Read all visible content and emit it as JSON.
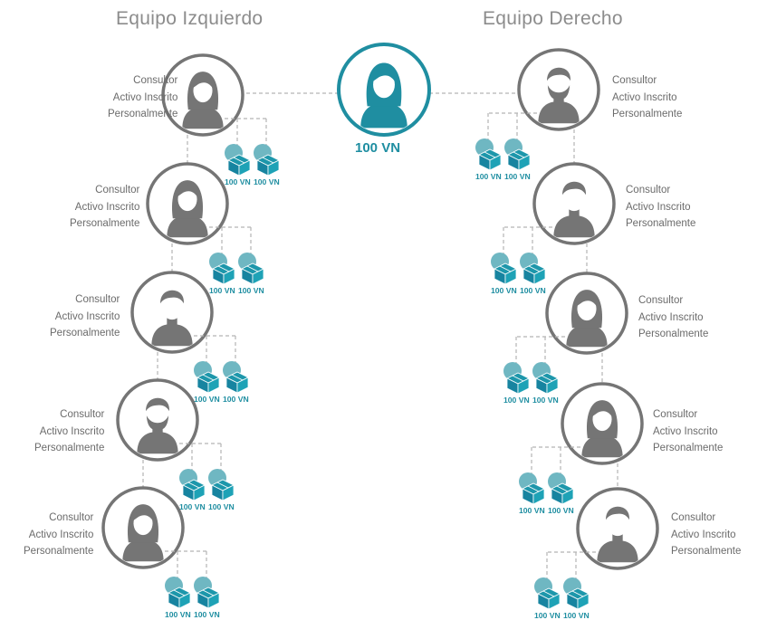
{
  "teams": {
    "left_title": "Equipo Izquierdo",
    "right_title": "Equipo Derecho"
  },
  "root": {
    "vn": "100 VN",
    "avatar": "woman-avatar-icon",
    "accent_color": "#1f8ea1"
  },
  "left_team": [
    {
      "label_lines": [
        "Consultor",
        "Activo Inscrito",
        "Personalmente"
      ],
      "avatar": "woman-avatar-icon",
      "orders": [
        "100 VN",
        "100 VN"
      ]
    },
    {
      "label_lines": [
        "Consultor",
        "Activo Inscrito",
        "Personalmente"
      ],
      "avatar": "woman-avatar-icon",
      "orders": [
        "100 VN",
        "100 VN"
      ]
    },
    {
      "label_lines": [
        "Consultor",
        "Activo Inscrito",
        "Personalmente"
      ],
      "avatar": "man-avatar-icon",
      "orders": [
        "100 VN",
        "100 VN"
      ]
    },
    {
      "label_lines": [
        "Consultor",
        "Activo Inscrito",
        "Personalmente"
      ],
      "avatar": "bearded-man-avatar-icon",
      "orders": [
        "100 VN",
        "100 VN"
      ]
    },
    {
      "label_lines": [
        "Consultor",
        "Activo Inscrito",
        "Personalmente"
      ],
      "avatar": "woman-avatar-icon",
      "orders": [
        "100 VN",
        "100 VN"
      ]
    }
  ],
  "right_team": [
    {
      "label_lines": [
        "Consultor",
        "Activo Inscrito",
        "Personalmente"
      ],
      "avatar": "bearded-man-avatar-icon",
      "orders": [
        "100 VN",
        "100 VN"
      ]
    },
    {
      "label_lines": [
        "Consultor",
        "Activo Inscrito",
        "Personalmente"
      ],
      "avatar": "man-avatar-icon",
      "orders": [
        "100 VN",
        "100 VN"
      ]
    },
    {
      "label_lines": [
        "Consultor",
        "Activo Inscrito",
        "Personalmente"
      ],
      "avatar": "woman-avatar-icon",
      "orders": [
        "100 VN",
        "100 VN"
      ]
    },
    {
      "label_lines": [
        "Consultor",
        "Activo Inscrito",
        "Personalmente"
      ],
      "avatar": "woman-avatar-icon",
      "orders": [
        "100 VN",
        "100 VN"
      ]
    },
    {
      "label_lines": [
        "Consultor",
        "Activo Inscrito",
        "Personalmente"
      ],
      "avatar": "man-avatar-icon",
      "orders": [
        "100 VN",
        "100 VN"
      ]
    }
  ],
  "colors": {
    "avatar_gray": "#757575",
    "line_gray": "#b5b5b5",
    "teal_accent": "#1f8ea1",
    "teal_light": "#6fb7c2",
    "box_teal": "#1d97ab",
    "title_gray": "#8c8c8c",
    "text_gray": "#6b6b6b"
  }
}
